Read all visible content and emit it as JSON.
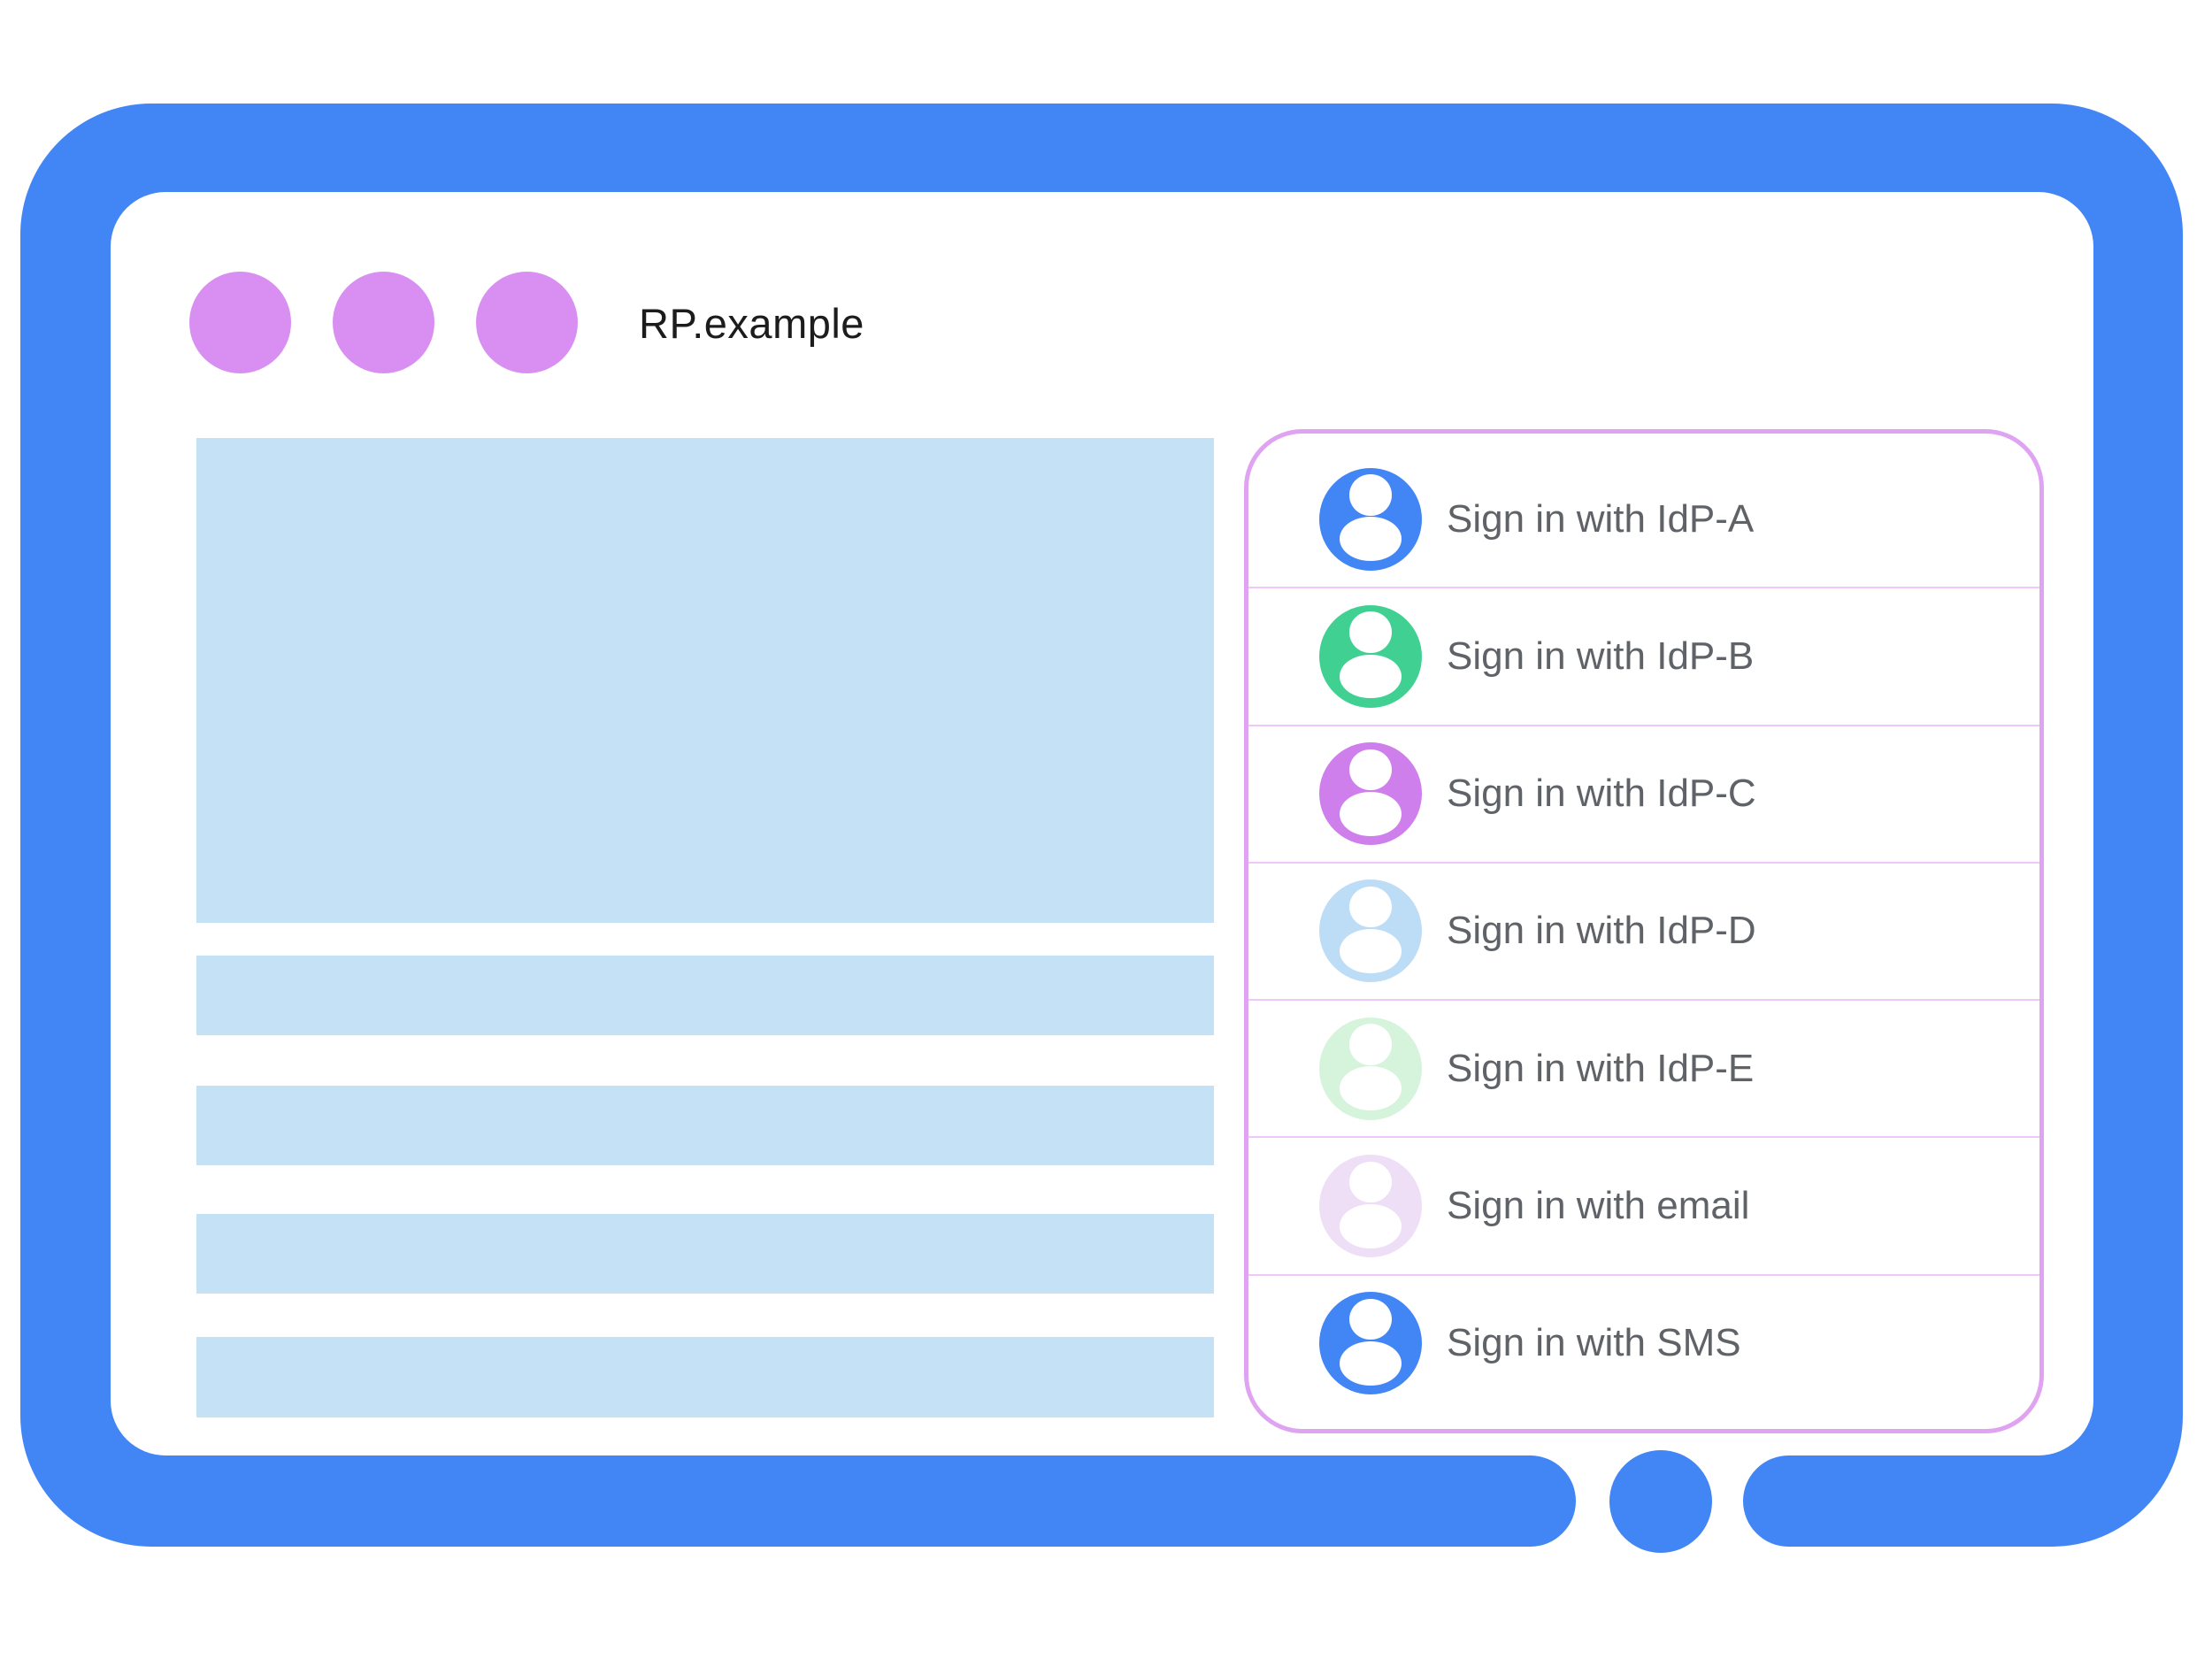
{
  "window": {
    "title": "RP.example",
    "window_dots_count": 3
  },
  "content": {
    "placeholder_blocks": [
      "hero-block",
      "text-bar",
      "text-bar",
      "text-bar",
      "text-bar"
    ]
  },
  "signin_panel": {
    "options": [
      {
        "id": "idp-a",
        "label": "Sign in with IdP-A",
        "avatar_color": "#4285f4"
      },
      {
        "id": "idp-b",
        "label": "Sign in with IdP-B",
        "avatar_color": "#40d192"
      },
      {
        "id": "idp-c",
        "label": "Sign in with IdP-C",
        "avatar_color": "#cf7fec"
      },
      {
        "id": "idp-d",
        "label": "Sign in with IdP-D",
        "avatar_color": "#bddcf5"
      },
      {
        "id": "idp-e",
        "label": "Sign in with IdP-E",
        "avatar_color": "#d6f3db"
      },
      {
        "id": "email",
        "label": "Sign in with email",
        "avatar_color": "#eedff7"
      },
      {
        "id": "sms",
        "label": "Sign in with SMS",
        "avatar_color": "#4285f4"
      }
    ]
  },
  "colors": {
    "frame-blue": "#4285f4",
    "dot-purple": "#d98ff2",
    "placeholder-blue": "#c4e1f6",
    "panel-border": "#dfa3f2",
    "panel-divider": "#f1c6f8",
    "label-gray": "#5f6368",
    "title-black": "#1c1c1c"
  }
}
